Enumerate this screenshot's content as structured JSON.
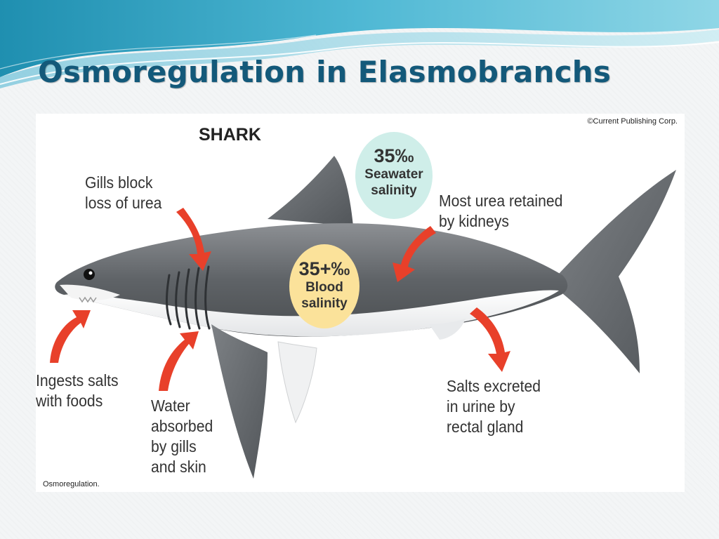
{
  "slide": {
    "title": "Osmoregulation in Elasmobranchs"
  },
  "figure": {
    "heading": "SHARK",
    "copyright": "©Current Publishing Corp.",
    "caption": "Osmoregulation.",
    "seawater": {
      "value": "35‰",
      "line1": "Seawater",
      "line2": "salinity",
      "color": "#cfeee9"
    },
    "blood": {
      "value": "35+‰",
      "line1": "Blood",
      "line2": "salinity",
      "color": "#fbe29a"
    },
    "labels": {
      "gills_block": "Gills block\nloss of urea",
      "urea_retained": "Most urea retained\nby kidneys",
      "ingests_salts": "Ingests salts\nwith foods",
      "water_absorbed": "Water\nabsorbed\nby gills\nand skin",
      "salts_excreted": "Salts excreted\nin urine by\nrectal gland"
    },
    "arrow_color": "#e8402a"
  }
}
